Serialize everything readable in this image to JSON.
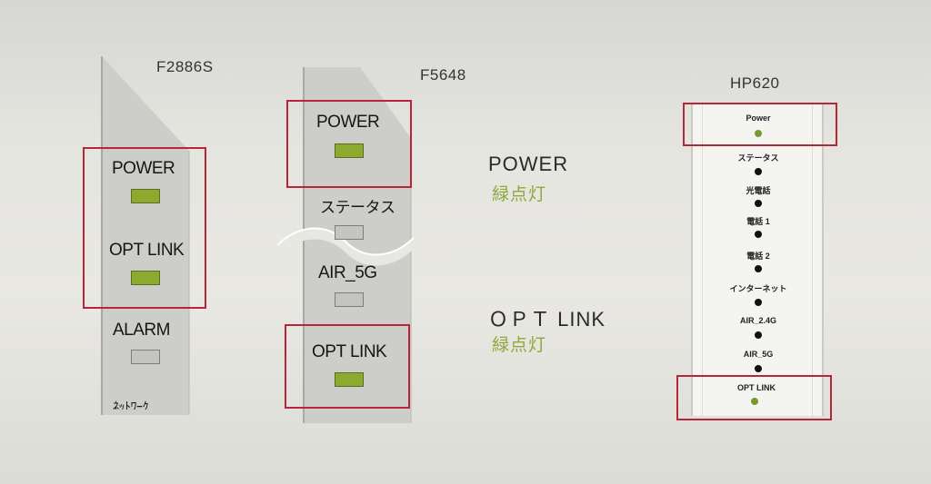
{
  "devices": {
    "f2886s": {
      "model": "F2886S",
      "leds": [
        {
          "label": "POWER",
          "state": "on"
        },
        {
          "label": "OPT LINK",
          "state": "on"
        },
        {
          "label": "ALARM",
          "state": "off"
        }
      ],
      "cut_label": "ﾈｯﾄﾜｰｸ"
    },
    "f5648": {
      "model": "F5648",
      "leds": [
        {
          "label": "POWER",
          "state": "on"
        },
        {
          "label": "ステータス",
          "state": "off"
        },
        {
          "label": "AIR_5G",
          "state": "off"
        },
        {
          "label": "OPT LINK",
          "state": "on"
        }
      ]
    },
    "hp620": {
      "model": "HP620",
      "leds": [
        {
          "label": "Power",
          "state": "on"
        },
        {
          "label": "ステータス",
          "state": "off"
        },
        {
          "label": "光電話",
          "state": "off"
        },
        {
          "label": "電話 1",
          "state": "off"
        },
        {
          "label": "電話 2",
          "state": "off"
        },
        {
          "label": "インターネット",
          "state": "off"
        },
        {
          "label": "AIR_2.4G",
          "state": "off"
        },
        {
          "label": "AIR_5G",
          "state": "off"
        },
        {
          "label": "OPT LINK",
          "state": "on"
        }
      ]
    }
  },
  "legend": {
    "power": {
      "title": "POWER",
      "state": "緑点灯"
    },
    "optlink": {
      "title": "ＯＰＴ LINK",
      "state": "緑点灯"
    }
  },
  "colors": {
    "highlight": "#b8243a",
    "led_green": "#8cab2e",
    "legend_green": "#8fa83a"
  }
}
